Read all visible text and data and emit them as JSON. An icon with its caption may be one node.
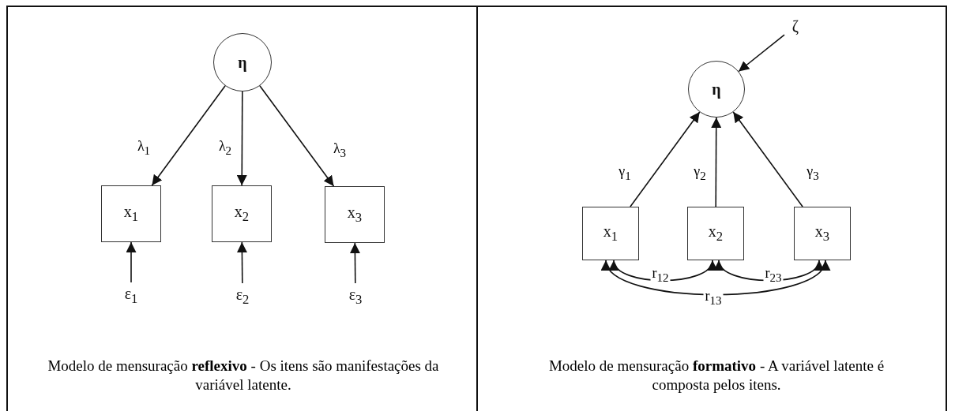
{
  "diagram": {
    "nodes": [
      {
        "text": [
          "η"
        ]
      },
      {
        "text": [
          "x$_{1}$"
        ]
      },
      {
        "text": [
          "x$_{2}$"
        ]
      },
      {
        "text": [
          "x$_{3}$"
        ]
      },
      {
        "text": [
          "ε$_{1}$"
        ]
      },
      {
        "text": [
          "ε$_{2}$"
        ]
      },
      {
        "text": [
          "ε$_{3}$"
        ]
      },
      {
        "text": [
          "ζ"
        ]
      },
      {
        "text": [
          "η"
        ]
      },
      {
        "text": [
          "x$_{1}$"
        ]
      },
      {
        "text": [
          "x$_{2}$"
        ]
      },
      {
        "text": [
          "x$_{3}$"
        ]
      }
    ],
    "edges": [
      {
        "from": 0,
        "to": 1,
        "arrow": "to",
        "label": "λ$_{1}$"
      },
      {
        "from": 0,
        "to": 2,
        "arrow": "to",
        "label": "λ$_{2}$"
      },
      {
        "from": 0,
        "to": 3,
        "arrow": "to",
        "label": "λ$_{3}$"
      },
      {
        "from": 4,
        "to": 1,
        "arrow": "to"
      },
      {
        "from": 5,
        "to": 2,
        "arrow": "to"
      },
      {
        "from": 6,
        "to": 3,
        "arrow": "to"
      },
      {
        "from": 7,
        "to": 8,
        "arrow": "to"
      },
      {
        "from": 9,
        "to": 8,
        "arrow": "to",
        "label": "γ$_{1}$"
      },
      {
        "from": 10,
        "to": 8,
        "arrow": "to",
        "label": "γ$_{2}$"
      },
      {
        "from": 11,
        "to": 8,
        "arrow": "to",
        "label": "γ$_{3}$"
      },
      {
        "from": 9,
        "to": 10,
        "arrow": "both",
        "label": "r$_{12}$"
      },
      {
        "from": 10,
        "to": 11,
        "arrow": "both",
        "label": "r$_{23}$"
      },
      {
        "from": 9,
        "to": 11,
        "arrow": "both",
        "label": "r$_{13}$"
      }
    ],
    "labels": [
      "Modelo de mensuração **reflexivo** - Os itens são manifestações da variável latente.",
      "Modelo de mensuração **formativo** - A variável latente é composta pelos itens."
    ]
  }
}
